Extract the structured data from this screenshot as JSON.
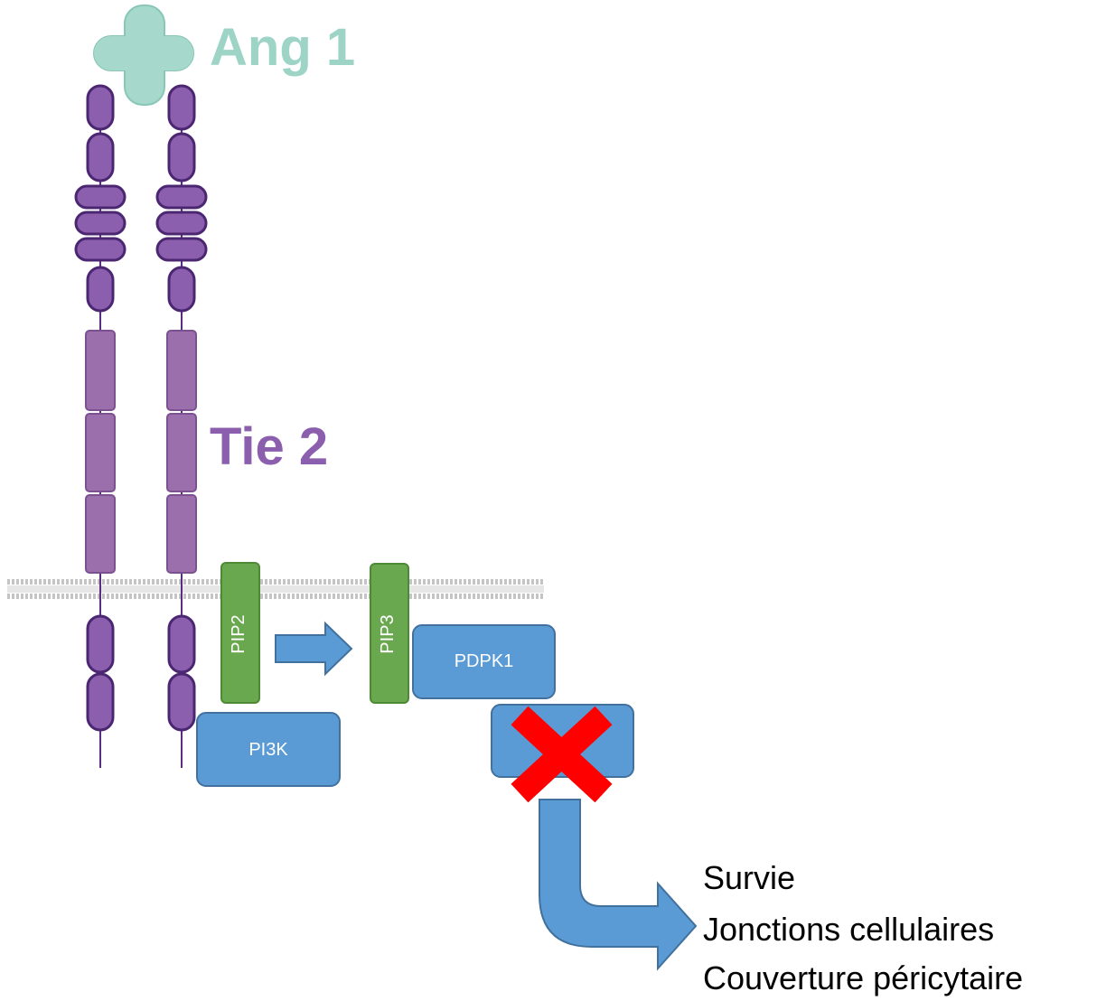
{
  "labels": {
    "ligand": "Ang 1",
    "receptor": "Tie 2",
    "pip2": "PIP2",
    "pip3": "PIP3",
    "pdpk1": "PDPK1",
    "pi3k": "PI3K"
  },
  "outcomes": [
    "Survie",
    "Jonctions cellulaires",
    "Couverture péricytaire"
  ],
  "colors": {
    "ligand": "#9dd4c6",
    "receptor": "#8b5fad",
    "receptor_stalk": "#9b6fab",
    "lipid": "#6aa84f",
    "protein": "#5b9bd5",
    "inhibition": "#ff0000",
    "membrane": "#c9c9c9"
  }
}
